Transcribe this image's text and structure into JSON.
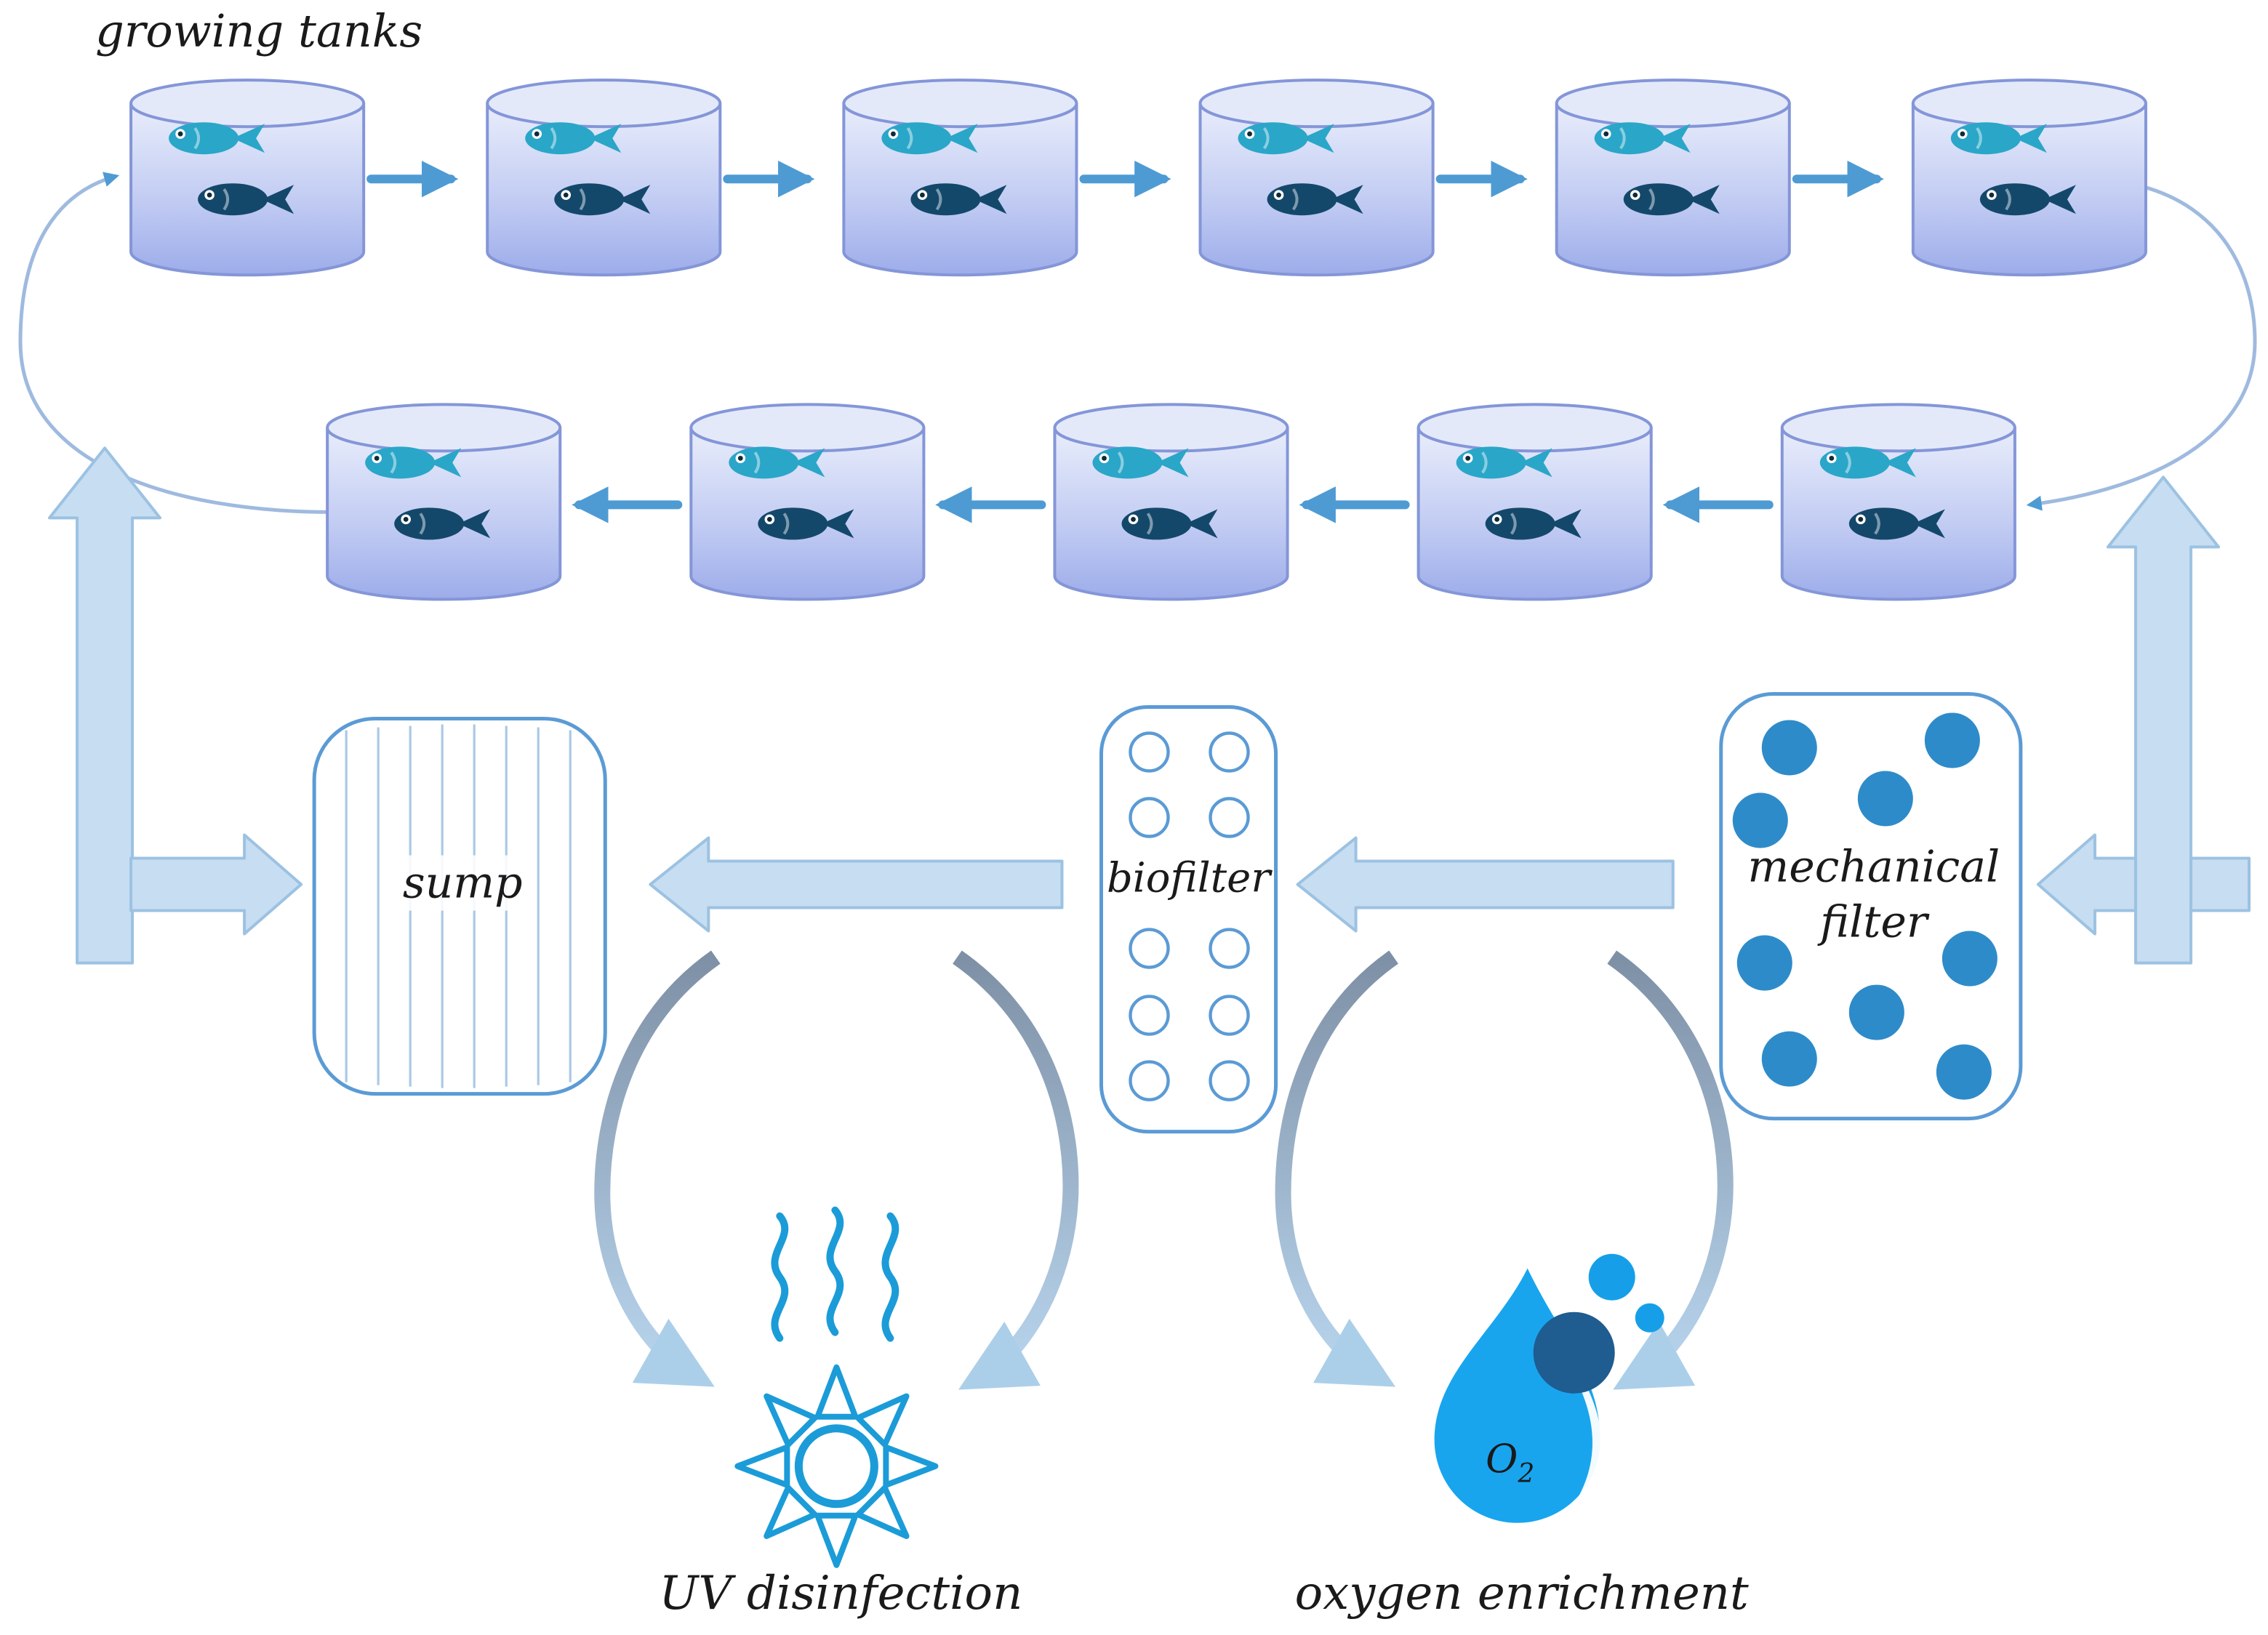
{
  "labels": {
    "growing_tanks": "growing tanks",
    "sump": "sump",
    "biofilter": "biofilter",
    "mechanical_filter_line1": "mechanical",
    "mechanical_filter_line2": "filter",
    "uv_disinfection": "UV disinfection",
    "oxygen_enrichment": "oxygen enrichment",
    "oxygen_symbol": "O",
    "oxygen_symbol_sub": "2"
  },
  "structure": {
    "top_row_tank_count": 6,
    "bottom_row_tank_count": 5,
    "fish_per_tank": 2,
    "flow_direction_top_row": "left-to-right",
    "flow_direction_bottom_row": "right-to-left"
  },
  "colors": {
    "tank_fill_top": "#e9edfb",
    "tank_fill_bottom": "#9dacea",
    "tank_stroke": "#8496d8",
    "fish_teal": "#2aa6c8",
    "fish_dark": "#14486b",
    "flow_arrow_blue": "#4e9bd4",
    "block_arrow_fill": "#c7ddf1",
    "block_arrow_stroke": "#9cc2e2",
    "box_stroke": "#5b9bd5",
    "mechanical_dot": "#2e8bc9",
    "uv_blue": "#1b9cd8",
    "drop_blue": "#18a5ee",
    "bubble_dark": "#1f5c8f"
  }
}
